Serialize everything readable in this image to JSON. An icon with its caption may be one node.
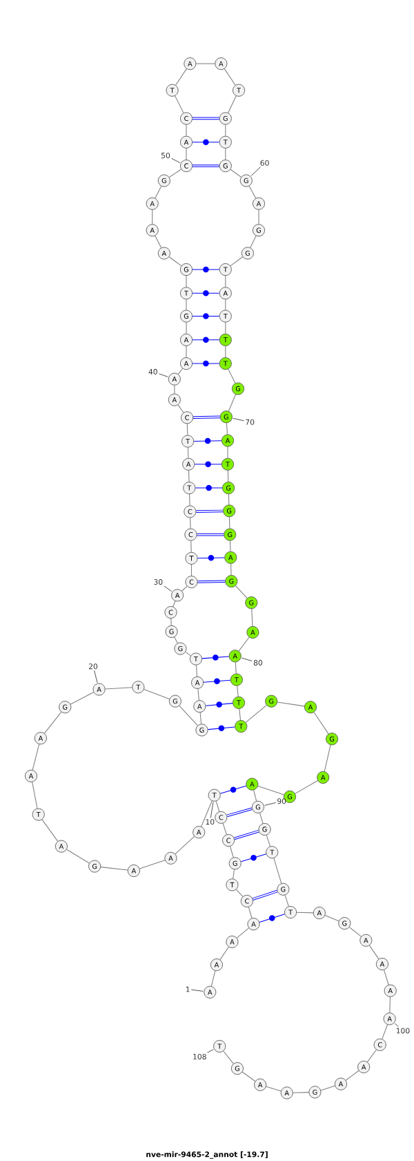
{
  "diagram": {
    "title": "nve-mir-9465-2_annot [-19.7]",
    "nodes": [
      {
        "text": [
          "A"
        ]
      },
      {
        "text": [
          "A"
        ]
      },
      {
        "text": [
          "A"
        ]
      },
      {
        "text": [
          "A"
        ]
      },
      {
        "text": [
          "C"
        ]
      },
      {
        "text": [
          "T"
        ]
      },
      {
        "text": [
          "G"
        ]
      },
      {
        "text": [
          "C"
        ]
      },
      {
        "text": [
          "C"
        ]
      },
      {
        "text": [
          "T"
        ]
      },
      {
        "text": [
          "A"
        ]
      },
      {
        "text": [
          "A"
        ]
      },
      {
        "text": [
          "A"
        ]
      },
      {
        "text": [
          "G"
        ]
      },
      {
        "text": [
          "A"
        ]
      },
      {
        "text": [
          "T"
        ]
      },
      {
        "text": [
          "A"
        ]
      },
      {
        "text": [
          "A"
        ]
      },
      {
        "text": [
          "G"
        ]
      },
      {
        "text": [
          "A"
        ]
      },
      {
        "text": [
          "T"
        ]
      },
      {
        "text": [
          "G"
        ]
      },
      {
        "text": [
          "G"
        ]
      },
      {
        "text": [
          "A"
        ]
      },
      {
        "text": [
          "A"
        ]
      },
      {
        "text": [
          "T"
        ]
      },
      {
        "text": [
          "G"
        ]
      },
      {
        "text": [
          "G"
        ]
      },
      {
        "text": [
          "C"
        ]
      },
      {
        "text": [
          "A"
        ]
      },
      {
        "text": [
          "C"
        ]
      },
      {
        "text": [
          "T"
        ]
      },
      {
        "text": [
          "C"
        ]
      },
      {
        "text": [
          "C"
        ]
      },
      {
        "text": [
          "T"
        ]
      },
      {
        "text": [
          "A"
        ]
      },
      {
        "text": [
          "T"
        ]
      },
      {
        "text": [
          "C"
        ]
      },
      {
        "text": [
          "A"
        ]
      },
      {
        "text": [
          "A"
        ]
      },
      {
        "text": [
          "A"
        ]
      },
      {
        "text": [
          "A"
        ]
      },
      {
        "text": [
          "G"
        ]
      },
      {
        "text": [
          "T"
        ]
      },
      {
        "text": [
          "G"
        ]
      },
      {
        "text": [
          "A"
        ]
      },
      {
        "text": [
          "A"
        ]
      },
      {
        "text": [
          "A"
        ]
      },
      {
        "text": [
          "G"
        ]
      },
      {
        "text": [
          "C"
        ]
      },
      {
        "text": [
          "A"
        ]
      },
      {
        "text": [
          "C"
        ]
      },
      {
        "text": [
          "T"
        ]
      },
      {
        "text": [
          "A"
        ]
      },
      {
        "text": [
          "A"
        ]
      },
      {
        "text": [
          "T"
        ]
      },
      {
        "text": [
          "G"
        ]
      },
      {
        "text": [
          "T"
        ]
      },
      {
        "text": [
          "G"
        ]
      },
      {
        "text": [
          "G"
        ]
      },
      {
        "text": [
          "A"
        ]
      },
      {
        "text": [
          "G"
        ]
      },
      {
        "text": [
          "G"
        ]
      },
      {
        "text": [
          "T"
        ]
      },
      {
        "text": [
          "A"
        ]
      },
      {
        "text": [
          "T"
        ]
      },
      {
        "text": [
          "T"
        ]
      },
      {
        "text": [
          "T"
        ]
      },
      {
        "text": [
          "G"
        ]
      },
      {
        "text": [
          "G"
        ]
      },
      {
        "text": [
          "A"
        ]
      },
      {
        "text": [
          "T"
        ]
      },
      {
        "text": [
          "G"
        ]
      },
      {
        "text": [
          "G"
        ]
      },
      {
        "text": [
          "G"
        ]
      },
      {
        "text": [
          "A"
        ]
      },
      {
        "text": [
          "G"
        ]
      },
      {
        "text": [
          "G"
        ]
      },
      {
        "text": [
          "A"
        ]
      },
      {
        "text": [
          "A"
        ]
      },
      {
        "text": [
          "T"
        ]
      },
      {
        "text": [
          "T"
        ]
      },
      {
        "text": [
          "T"
        ]
      },
      {
        "text": [
          "G"
        ]
      },
      {
        "text": [
          "A"
        ]
      },
      {
        "text": [
          "G"
        ]
      },
      {
        "text": [
          "A"
        ]
      },
      {
        "text": [
          "G"
        ]
      },
      {
        "text": [
          "A"
        ]
      },
      {
        "text": [
          "G"
        ]
      },
      {
        "text": [
          "G"
        ]
      },
      {
        "text": [
          "T"
        ]
      },
      {
        "text": [
          "G"
        ]
      },
      {
        "text": [
          "T"
        ]
      },
      {
        "text": [
          "A"
        ]
      },
      {
        "text": [
          "G"
        ]
      },
      {
        "text": [
          "A"
        ]
      },
      {
        "text": [
          "A"
        ]
      },
      {
        "text": [
          "A"
        ]
      },
      {
        "text": [
          "A"
        ]
      },
      {
        "text": [
          "C"
        ]
      },
      {
        "text": [
          "A"
        ]
      },
      {
        "text": [
          "A"
        ]
      },
      {
        "text": [
          "G"
        ]
      },
      {
        "text": [
          "A"
        ]
      },
      {
        "text": [
          "A"
        ]
      },
      {
        "text": [
          "G"
        ]
      },
      {
        "text": [
          "T"
        ]
      },
      {
        "text": [
          "1"
        ]
      },
      {
        "text": [
          "10"
        ]
      },
      {
        "text": [
          "20"
        ]
      },
      {
        "text": [
          "30"
        ]
      },
      {
        "text": [
          "40"
        ]
      },
      {
        "text": [
          "50"
        ]
      },
      {
        "text": [
          "60"
        ]
      },
      {
        "text": [
          "70"
        ]
      },
      {
        "text": [
          "80"
        ]
      },
      {
        "text": [
          "90"
        ]
      },
      {
        "text": [
          "100"
        ]
      },
      {
        "text": [
          "108"
        ]
      }
    ],
    "edges": [
      {
        "from": 0,
        "to": 1,
        "arrow": "none"
      },
      {
        "from": 1,
        "to": 2,
        "arrow": "none"
      },
      {
        "from": 2,
        "to": 3,
        "arrow": "none"
      },
      {
        "from": 3,
        "to": 4,
        "arrow": "none"
      },
      {
        "from": 4,
        "to": 5,
        "arrow": "none"
      },
      {
        "from": 5,
        "to": 6,
        "arrow": "none"
      },
      {
        "from": 6,
        "to": 7,
        "arrow": "none"
      },
      {
        "from": 7,
        "to": 8,
        "arrow": "none"
      },
      {
        "from": 8,
        "to": 9,
        "arrow": "none"
      },
      {
        "from": 9,
        "to": 10,
        "arrow": "none"
      },
      {
        "from": 10,
        "to": 11,
        "arrow": "none"
      },
      {
        "from": 11,
        "to": 12,
        "arrow": "none"
      },
      {
        "from": 12,
        "to": 13,
        "arrow": "none"
      },
      {
        "from": 13,
        "to": 14,
        "arrow": "none"
      },
      {
        "from": 14,
        "to": 15,
        "arrow": "none"
      },
      {
        "from": 15,
        "to": 16,
        "arrow": "none"
      },
      {
        "from": 16,
        "to": 17,
        "arrow": "none"
      },
      {
        "from": 17,
        "to": 18,
        "arrow": "none"
      },
      {
        "from": 18,
        "to": 19,
        "arrow": "none"
      },
      {
        "from": 19,
        "to": 20,
        "arrow": "none"
      },
      {
        "from": 20,
        "to": 21,
        "arrow": "none"
      },
      {
        "from": 21,
        "to": 22,
        "arrow": "none"
      },
      {
        "from": 22,
        "to": 23,
        "arrow": "none"
      },
      {
        "from": 23,
        "to": 24,
        "arrow": "none"
      },
      {
        "from": 24,
        "to": 25,
        "arrow": "none"
      },
      {
        "from": 25,
        "to": 26,
        "arrow": "none"
      },
      {
        "from": 26,
        "to": 27,
        "arrow": "none"
      },
      {
        "from": 27,
        "to": 28,
        "arrow": "none"
      },
      {
        "from": 28,
        "to": 29,
        "arrow": "none"
      },
      {
        "from": 29,
        "to": 30,
        "arrow": "none"
      },
      {
        "from": 30,
        "to": 31,
        "arrow": "none"
      },
      {
        "from": 31,
        "to": 32,
        "arrow": "none"
      },
      {
        "from": 32,
        "to": 33,
        "arrow": "none"
      },
      {
        "from": 33,
        "to": 34,
        "arrow": "none"
      },
      {
        "from": 34,
        "to": 35,
        "arrow": "none"
      },
      {
        "from": 35,
        "to": 36,
        "arrow": "none"
      },
      {
        "from": 36,
        "to": 37,
        "arrow": "none"
      },
      {
        "from": 37,
        "to": 38,
        "arrow": "none"
      },
      {
        "from": 38,
        "to": 39,
        "arrow": "none"
      },
      {
        "from": 39,
        "to": 40,
        "arrow": "none"
      },
      {
        "from": 40,
        "to": 41,
        "arrow": "none"
      },
      {
        "from": 41,
        "to": 42,
        "arrow": "none"
      },
      {
        "from": 42,
        "to": 43,
        "arrow": "none"
      },
      {
        "from": 43,
        "to": 44,
        "arrow": "none"
      },
      {
        "from": 44,
        "to": 45,
        "arrow": "none"
      },
      {
        "from": 45,
        "to": 46,
        "arrow": "none"
      },
      {
        "from": 46,
        "to": 47,
        "arrow": "none"
      },
      {
        "from": 47,
        "to": 48,
        "arrow": "none"
      },
      {
        "from": 48,
        "to": 49,
        "arrow": "none"
      },
      {
        "from": 49,
        "to": 50,
        "arrow": "none"
      },
      {
        "from": 50,
        "to": 51,
        "arrow": "none"
      },
      {
        "from": 51,
        "to": 52,
        "arrow": "none"
      },
      {
        "from": 52,
        "to": 53,
        "arrow": "none"
      },
      {
        "from": 53,
        "to": 54,
        "arrow": "none"
      },
      {
        "from": 54,
        "to": 55,
        "arrow": "none"
      },
      {
        "from": 55,
        "to": 56,
        "arrow": "none"
      },
      {
        "from": 56,
        "to": 57,
        "arrow": "none"
      },
      {
        "from": 57,
        "to": 58,
        "arrow": "none"
      },
      {
        "from": 58,
        "to": 59,
        "arrow": "none"
      },
      {
        "from": 59,
        "to": 60,
        "arrow": "none"
      },
      {
        "from": 60,
        "to": 61,
        "arrow": "none"
      },
      {
        "from": 61,
        "to": 62,
        "arrow": "none"
      },
      {
        "from": 62,
        "to": 63,
        "arrow": "none"
      },
      {
        "from": 63,
        "to": 64,
        "arrow": "none"
      },
      {
        "from": 64,
        "to": 65,
        "arrow": "none"
      },
      {
        "from": 65,
        "to": 66,
        "arrow": "none"
      },
      {
        "from": 66,
        "to": 67,
        "arrow": "none"
      },
      {
        "from": 67,
        "to": 68,
        "arrow": "none"
      },
      {
        "from": 68,
        "to": 69,
        "arrow": "none"
      },
      {
        "from": 69,
        "to": 70,
        "arrow": "none"
      },
      {
        "from": 70,
        "to": 71,
        "arrow": "none"
      },
      {
        "from": 71,
        "to": 72,
        "arrow": "none"
      },
      {
        "from": 72,
        "to": 73,
        "arrow": "none"
      },
      {
        "from": 73,
        "to": 74,
        "arrow": "none"
      },
      {
        "from": 74,
        "to": 75,
        "arrow": "none"
      },
      {
        "from": 75,
        "to": 76,
        "arrow": "none"
      },
      {
        "from": 76,
        "to": 77,
        "arrow": "none"
      },
      {
        "from": 77,
        "to": 78,
        "arrow": "none"
      },
      {
        "from": 78,
        "to": 79,
        "arrow": "none"
      },
      {
        "from": 79,
        "to": 80,
        "arrow": "none"
      },
      {
        "from": 80,
        "to": 81,
        "arrow": "none"
      },
      {
        "from": 81,
        "to": 82,
        "arrow": "none"
      },
      {
        "from": 82,
        "to": 83,
        "arrow": "none"
      },
      {
        "from": 83,
        "to": 84,
        "arrow": "none"
      },
      {
        "from": 84,
        "to": 85,
        "arrow": "none"
      },
      {
        "from": 85,
        "to": 86,
        "arrow": "none"
      },
      {
        "from": 86,
        "to": 87,
        "arrow": "none"
      },
      {
        "from": 87,
        "to": 88,
        "arrow": "none"
      },
      {
        "from": 88,
        "to": 89,
        "arrow": "none"
      },
      {
        "from": 89,
        "to": 90,
        "arrow": "none"
      },
      {
        "from": 90,
        "to": 91,
        "arrow": "none"
      },
      {
        "from": 91,
        "to": 92,
        "arrow": "none"
      },
      {
        "from": 92,
        "to": 93,
        "arrow": "none"
      },
      {
        "from": 93,
        "to": 94,
        "arrow": "none"
      },
      {
        "from": 94,
        "to": 95,
        "arrow": "none"
      },
      {
        "from": 95,
        "to": 96,
        "arrow": "none"
      },
      {
        "from": 96,
        "to": 97,
        "arrow": "none"
      },
      {
        "from": 97,
        "to": 98,
        "arrow": "none"
      },
      {
        "from": 98,
        "to": 99,
        "arrow": "none"
      },
      {
        "from": 99,
        "to": 100,
        "arrow": "none"
      },
      {
        "from": 100,
        "to": 101,
        "arrow": "none"
      },
      {
        "from": 101,
        "to": 102,
        "arrow": "none"
      },
      {
        "from": 102,
        "to": 103,
        "arrow": "none"
      },
      {
        "from": 103,
        "to": 104,
        "arrow": "none"
      },
      {
        "from": 104,
        "to": 105,
        "arrow": "none"
      },
      {
        "from": 105,
        "to": 106,
        "arrow": "none"
      },
      {
        "from": 106,
        "to": 107,
        "arrow": "none"
      },
      {
        "from": 3,
        "to": 93,
        "arrow": "none",
        "color": "#0000ff"
      },
      {
        "from": 4,
        "to": 92,
        "arrow": "none",
        "style": "thick",
        "color": "#0000ff"
      },
      {
        "from": 6,
        "to": 91,
        "arrow": "none",
        "color": "#0000ff"
      },
      {
        "from": 7,
        "to": 90,
        "arrow": "none",
        "style": "thick",
        "color": "#0000ff"
      },
      {
        "from": 8,
        "to": 89,
        "arrow": "none",
        "style": "thick",
        "color": "#0000ff"
      },
      {
        "from": 9,
        "to": 88,
        "arrow": "none",
        "color": "#0000ff"
      },
      {
        "from": 22,
        "to": 82,
        "arrow": "none",
        "color": "#0000ff"
      },
      {
        "from": 23,
        "to": 81,
        "arrow": "none",
        "color": "#0000ff"
      },
      {
        "from": 24,
        "to": 80,
        "arrow": "none",
        "color": "#0000ff"
      },
      {
        "from": 25,
        "to": 79,
        "arrow": "none",
        "color": "#0000ff"
      },
      {
        "from": 30,
        "to": 76,
        "arrow": "none",
        "style": "thick",
        "color": "#0000ff"
      },
      {
        "from": 31,
        "to": 75,
        "arrow": "none",
        "color": "#0000ff"
      },
      {
        "from": 32,
        "to": 74,
        "arrow": "none",
        "style": "thick",
        "color": "#0000ff"
      },
      {
        "from": 33,
        "to": 73,
        "arrow": "none",
        "style": "thick",
        "color": "#0000ff"
      },
      {
        "from": 34,
        "to": 72,
        "arrow": "none",
        "color": "#0000ff"
      },
      {
        "from": 35,
        "to": 71,
        "arrow": "none",
        "color": "#0000ff"
      },
      {
        "from": 36,
        "to": 70,
        "arrow": "none",
        "color": "#0000ff"
      },
      {
        "from": 37,
        "to": 69,
        "arrow": "none",
        "style": "thick",
        "color": "#0000ff"
      },
      {
        "from": 40,
        "to": 67,
        "arrow": "none",
        "color": "#0000ff"
      },
      {
        "from": 41,
        "to": 66,
        "arrow": "none",
        "color": "#0000ff"
      },
      {
        "from": 42,
        "to": 65,
        "arrow": "none",
        "color": "#0000ff"
      },
      {
        "from": 43,
        "to": 64,
        "arrow": "none",
        "color": "#0000ff"
      },
      {
        "from": 44,
        "to": 63,
        "arrow": "none",
        "color": "#0000ff"
      },
      {
        "from": 49,
        "to": 58,
        "arrow": "none",
        "style": "thick",
        "color": "#0000ff"
      },
      {
        "from": 50,
        "to": 57,
        "arrow": "none",
        "color": "#0000ff"
      },
      {
        "from": 51,
        "to": 56,
        "arrow": "none",
        "style": "thick",
        "color": "#0000ff"
      },
      {
        "from": 108,
        "to": 0,
        "arrow": "none"
      },
      {
        "from": 109,
        "to": 9,
        "arrow": "none"
      },
      {
        "from": 110,
        "to": 19,
        "arrow": "none"
      },
      {
        "from": 111,
        "to": 29,
        "arrow": "none"
      },
      {
        "from": 112,
        "to": 39,
        "arrow": "none"
      },
      {
        "from": 113,
        "to": 49,
        "arrow": "none"
      },
      {
        "from": 114,
        "to": 59,
        "arrow": "none"
      },
      {
        "from": 115,
        "to": 69,
        "arrow": "none"
      },
      {
        "from": 116,
        "to": 79,
        "arrow": "none"
      },
      {
        "from": 117,
        "to": 89,
        "arrow": "none"
      },
      {
        "from": 118,
        "to": 99,
        "arrow": "none"
      },
      {
        "from": 119,
        "to": 107,
        "arrow": "none"
      }
    ]
  }
}
